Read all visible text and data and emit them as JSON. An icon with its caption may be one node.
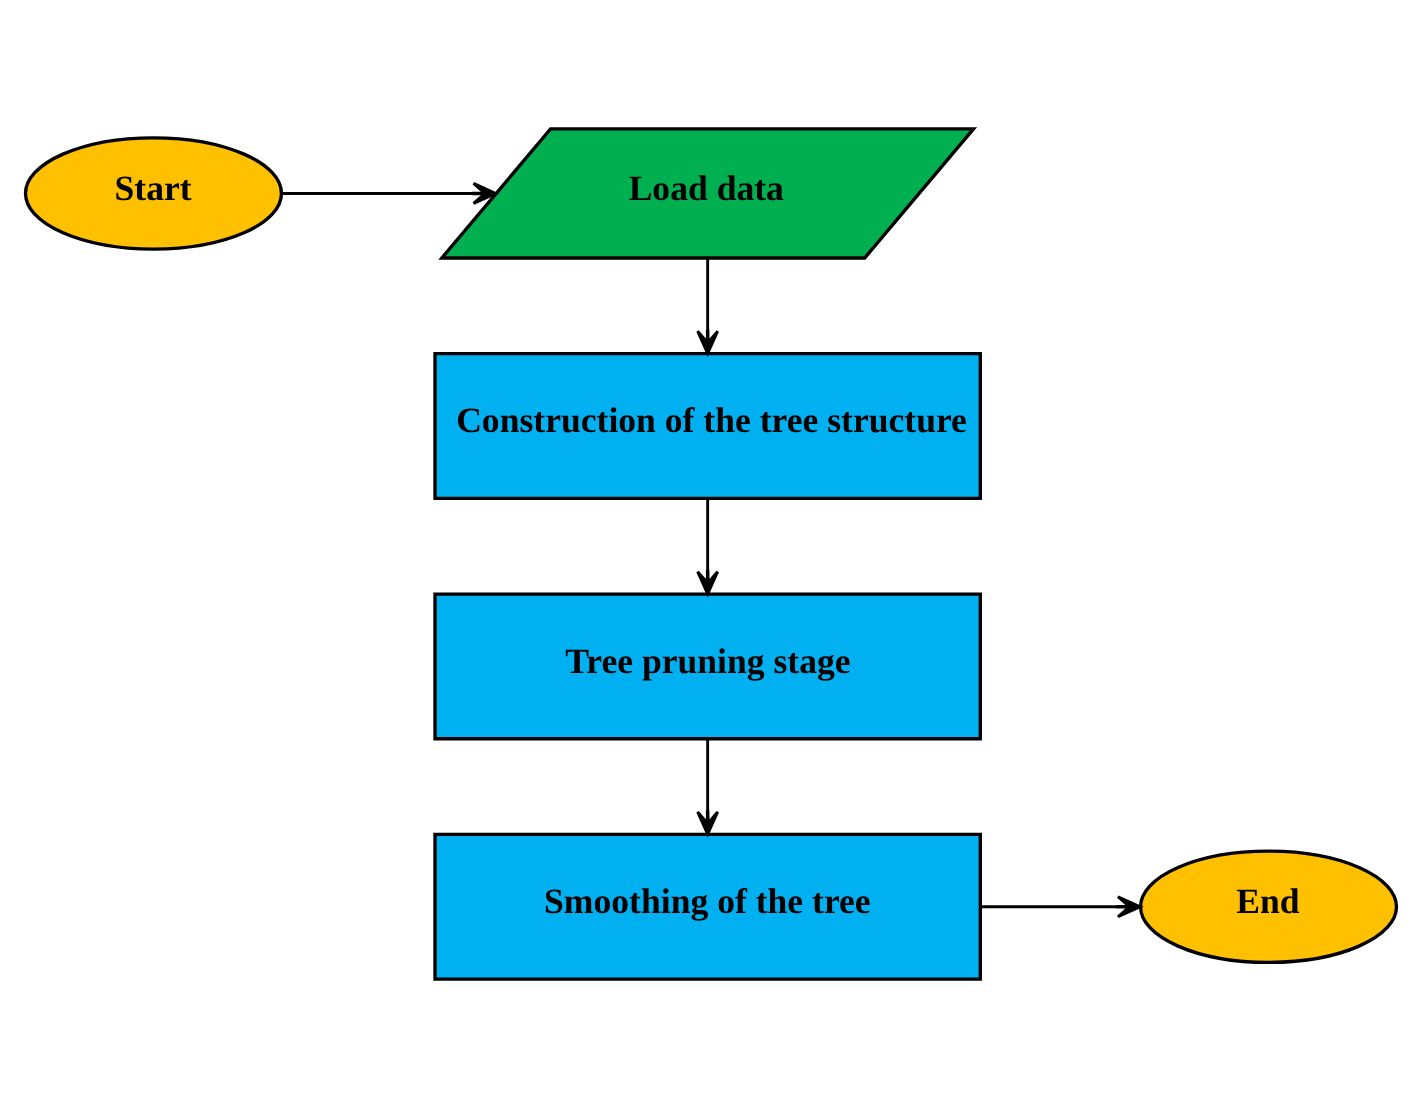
{
  "diagram": {
    "nodes": [
      {
        "text": [
          "Start"
        ]
      },
      {
        "text": [
          "Load data"
        ]
      },
      {
        "text": [
          "Construction of the tree structure"
        ]
      },
      {
        "text": [
          "Tree pruning stage"
        ]
      },
      {
        "text": [
          "Smoothing of the tree"
        ]
      },
      {
        "text": [
          "End"
        ]
      }
    ],
    "edges": [
      {
        "from": 0,
        "to": 1,
        "arrow": "to"
      },
      {
        "from": 1,
        "to": 2,
        "arrow": "to"
      },
      {
        "from": 2,
        "to": 3,
        "arrow": "to"
      },
      {
        "from": 3,
        "to": 4,
        "arrow": "to"
      },
      {
        "from": 4,
        "to": 5,
        "arrow": "to"
      }
    ]
  }
}
